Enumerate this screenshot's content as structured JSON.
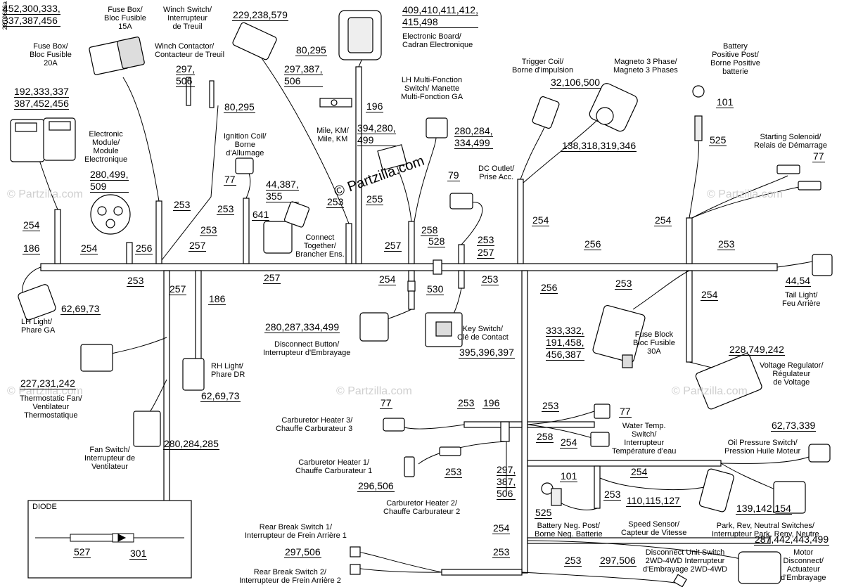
{
  "doc_id": "28T0606a",
  "watermark": "© Partzilla.com",
  "diode_box": {
    "title": "DIODE",
    "refs": [
      "527",
      "301"
    ]
  },
  "components": [
    {
      "key": "fusebox15",
      "label": "Fuse Box/\nBloc Fusible\n15A",
      "icon": "fuse-box-icon"
    },
    {
      "key": "fusebox20",
      "label": "Fuse Box/\nBloc Fusible\n20A",
      "icon": "fuse-box-icon"
    },
    {
      "key": "winchswitch",
      "label": "Winch Switch/\nInterrupteur\nde Treuil",
      "icon": "switch-connector-icon"
    },
    {
      "key": "winchcontactor",
      "label": "Winch Contactor/\nContacteur de Treuil",
      "icon": "terminal-icon"
    },
    {
      "key": "electronicboard",
      "label": "Electronic Board/\nCadran Electronique",
      "icon": "gauge-connector-icon"
    },
    {
      "key": "milekm",
      "label": "Mile, KM/\nMile, KM",
      "icon": "switch-icon"
    },
    {
      "key": "lhmulti",
      "label": "LH Multi-Fonction\nSwitch/ Manette\nMulti-Fonction GA",
      "icon": "connector-icon"
    },
    {
      "key": "triggercoil",
      "label": "Trigger Coil/\nBorne d'impulsion",
      "icon": "connector-icon"
    },
    {
      "key": "magneto",
      "label": "Magneto 3 Phase/\nMagneto 3 Phases",
      "icon": "connector-icon"
    },
    {
      "key": "batterypos",
      "label": "Battery\nPositive Post/\nBorne Positive\nbatterie",
      "icon": "ring-terminal-icon"
    },
    {
      "key": "startingsolenoid",
      "label": "Starting Solenoid/\nRelais de Démarrage",
      "icon": "terminal-icon"
    },
    {
      "key": "electronicmodule",
      "label": "Electronic\nModule/\nModule\nElectronique",
      "icon": "module-connector-icon"
    },
    {
      "key": "ignitioncoil",
      "label": "Ignition Coil/\nBorne\nd'Allumage",
      "icon": "terminal-icon"
    },
    {
      "key": "dcoutlet",
      "label": "DC Outlet/\nPrise Acc.",
      "icon": "terminal-icon"
    },
    {
      "key": "connecttogether",
      "label": "Connect\nTogether/\nBrancher Ens.",
      "icon": "connector-icon"
    },
    {
      "key": "lhlight",
      "label": "LH Light/\nPhare GA",
      "icon": "connector-icon"
    },
    {
      "key": "taillight",
      "label": "Tail Light/\nFeu Arrière",
      "icon": "connector-icon"
    },
    {
      "key": "disconnectbutton",
      "label": "Disconnect Button/\nInterrupteur d'Embrayage",
      "icon": "connector-icon"
    },
    {
      "key": "keyswitch",
      "label": "Key Switch/\nClé de Contact",
      "icon": "key-switch-icon"
    },
    {
      "key": "fuseblock30",
      "label": "Fuse Block\nBloc Fusible\n30A",
      "icon": "fuse-block-icon"
    },
    {
      "key": "voltagereg",
      "label": "Voltage Regulator/\nRégulateur\nde Voltage",
      "icon": "connector-icon"
    },
    {
      "key": "rhlight",
      "label": "RH Light/\nPhare DR",
      "icon": "connector-icon"
    },
    {
      "key": "thermofan",
      "label": "Thermostatic Fan/\nVentilateur\nThermostatique",
      "icon": "connector-icon"
    },
    {
      "key": "fanswitch",
      "label": "Fan Switch/\nInterrupteur de\nVentilateur",
      "icon": "connector-icon"
    },
    {
      "key": "carb3",
      "label": "Carburetor Heater 3/\nChauffe Carburateur 3",
      "icon": "terminal-icon"
    },
    {
      "key": "carb1",
      "label": "Carburetor Heater 1/\nChauffe Carburateur 1",
      "icon": "terminal-icon"
    },
    {
      "key": "carb2",
      "label": "Carburetor Heater 2/\nChauffe Carburateur 2",
      "icon": "terminal-icon"
    },
    {
      "key": "watertemp",
      "label": "Water Temp.\nSwitch/\nInterrupteur\nTempérature d'eau",
      "icon": "terminal-icon"
    },
    {
      "key": "oilpressure",
      "label": "Oil Pressure Switch/\nPression Huile Moteur",
      "icon": "sensor-icon"
    },
    {
      "key": "batteryneg",
      "label": "Battery Neg. Post/\nBorne Neg. Batterie",
      "icon": "ring-terminal-icon"
    },
    {
      "key": "speedsensor",
      "label": "Speed Sensor/\nCapteur de Vitesse",
      "icon": "sensor-icon"
    },
    {
      "key": "parkrev",
      "label": "Park, Rev, Neutral Switches/\nInterrupteur Park, Renv, Neutre",
      "icon": "connector-icon"
    },
    {
      "key": "rearbrake1",
      "label": "Rear Break Switch 1/\nInterrupteur de Frein Arrière 1",
      "icon": "terminal-icon"
    },
    {
      "key": "rearbrake2",
      "label": "Rear Break Switch 2/\nInterrupteur de Frein Arrière 2",
      "icon": "terminal-icon"
    },
    {
      "key": "disconnectunit",
      "label": "Disconnect Unit Switch\n2WD-4WD Interrupteur\nd'Embrayage 2WD-4WD",
      "icon": "terminal-icon"
    },
    {
      "key": "motordisconnect",
      "label": "Motor\nDisconnect/\nActuateur\nd'Embrayage",
      "icon": "connector-icon"
    }
  ],
  "part_refs": {
    "fusebox15": [
      "452,300,333,",
      "337,387,456"
    ],
    "fusebox20": [
      "192,333,337",
      "387,452,456"
    ],
    "winchswitch": "229,238,579",
    "winchcontactor_a": [
      "297,",
      "506"
    ],
    "winchcontactor_b": "80,295",
    "electronicboard": [
      "409,410,411,412,",
      "415,498"
    ],
    "milekm_a": "80,295",
    "milekm_b": [
      "297,387,",
      "506"
    ],
    "milekm_c": "196",
    "lhmulti_a": [
      "394,280,",
      "499"
    ],
    "lhmulti_b": [
      "280,284,",
      "334,499"
    ],
    "triggercoil": "32,106,500",
    "magneto": "138,318,319,346",
    "batterypos_a": "101",
    "batterypos_b": "525",
    "startingsolenoid": "77",
    "electronicmodule": [
      "280,499,",
      "509"
    ],
    "ignitioncoil": "77",
    "dcoutlet": "79",
    "connecttogether_a": [
      "44,387,",
      "355"
    ],
    "connecttogether_b": "641",
    "lhlight": "62,69,73",
    "taillight": "44,54",
    "disconnectbutton": "280,287,334,499",
    "keyswitch": "395,396,397",
    "fuseblock30": [
      "333,332,",
      "191,458,",
      "456,387"
    ],
    "voltagereg": "228,749,242",
    "rhlight": "62,69,73",
    "thermofan": "227,231,242",
    "fanswitch": "280,284,285",
    "carb3": "77",
    "carb1": "296,506",
    "carb2": [
      "297,",
      "387,",
      "506"
    ],
    "carb_196": "196",
    "watertemp": "77",
    "oilpressure": "62,73,339",
    "batteryneg_a": "101",
    "batteryneg_b": "525",
    "speedsensor": "110,115,127",
    "parkrev": "139,142,154",
    "rearbrake": "297,506",
    "disconnectunit": "297,506",
    "motordisconnect": "287,442,443,499"
  },
  "wire_refs": [
    "254",
    "186",
    "254",
    "256",
    "253",
    "253",
    "253",
    "257",
    "253",
    "257",
    "253",
    "641",
    "257",
    "255",
    "257",
    "528",
    "258",
    "257",
    "253",
    "254",
    "256",
    "253",
    "254",
    "253",
    "257",
    "186",
    "254",
    "530",
    "253",
    "256",
    "253",
    "254",
    "253",
    "196",
    "253",
    "253",
    "258",
    "254",
    "254",
    "253",
    "254",
    "253",
    "253",
    "254"
  ]
}
